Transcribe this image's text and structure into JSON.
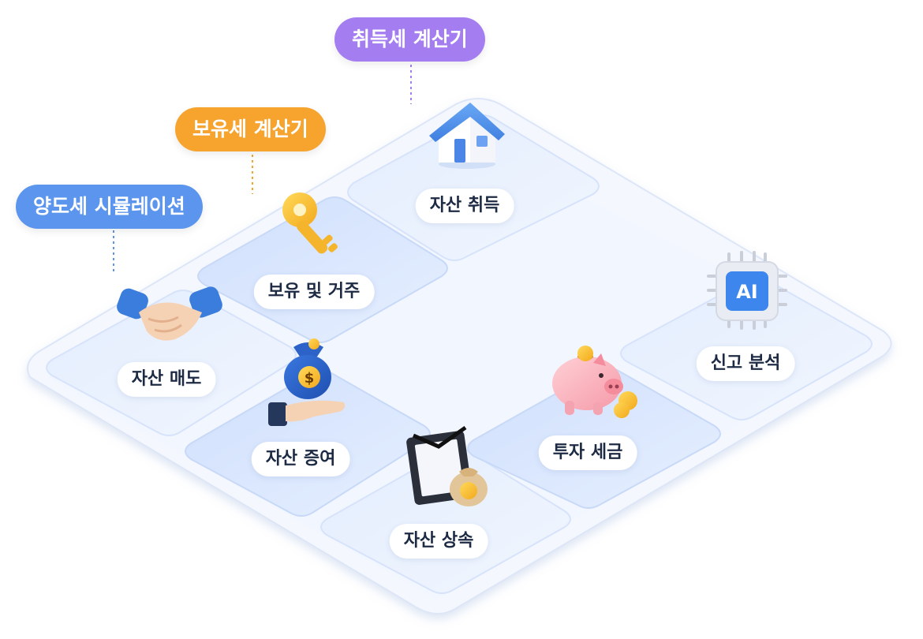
{
  "callouts": {
    "acquisition_calc": {
      "label": "취득세 계산기",
      "color": "#a47ef0"
    },
    "holding_calc": {
      "label": "보유세 계산기",
      "color": "#f7a42f"
    },
    "transfer_sim": {
      "label": "양도세 시뮬레이션",
      "color": "#5b95ee"
    }
  },
  "tiles": {
    "acquire": {
      "label": "자산 취득",
      "icon": "house-icon"
    },
    "hold": {
      "label": "보유 및 거주",
      "icon": "key-icon"
    },
    "sell": {
      "label": "자산 매도",
      "icon": "handshake-icon"
    },
    "gift": {
      "label": "자산 증여",
      "icon": "money-bag-hand-icon"
    },
    "inherit": {
      "label": "자산 상속",
      "icon": "memorial-frame-icon"
    },
    "invest": {
      "label": "투자 세금",
      "icon": "piggy-bank-icon"
    },
    "report": {
      "label": "신고 분석",
      "icon": "ai-chip-icon"
    }
  },
  "icons": {
    "ai_chip_text": "AI",
    "dollar_sign": "$"
  }
}
